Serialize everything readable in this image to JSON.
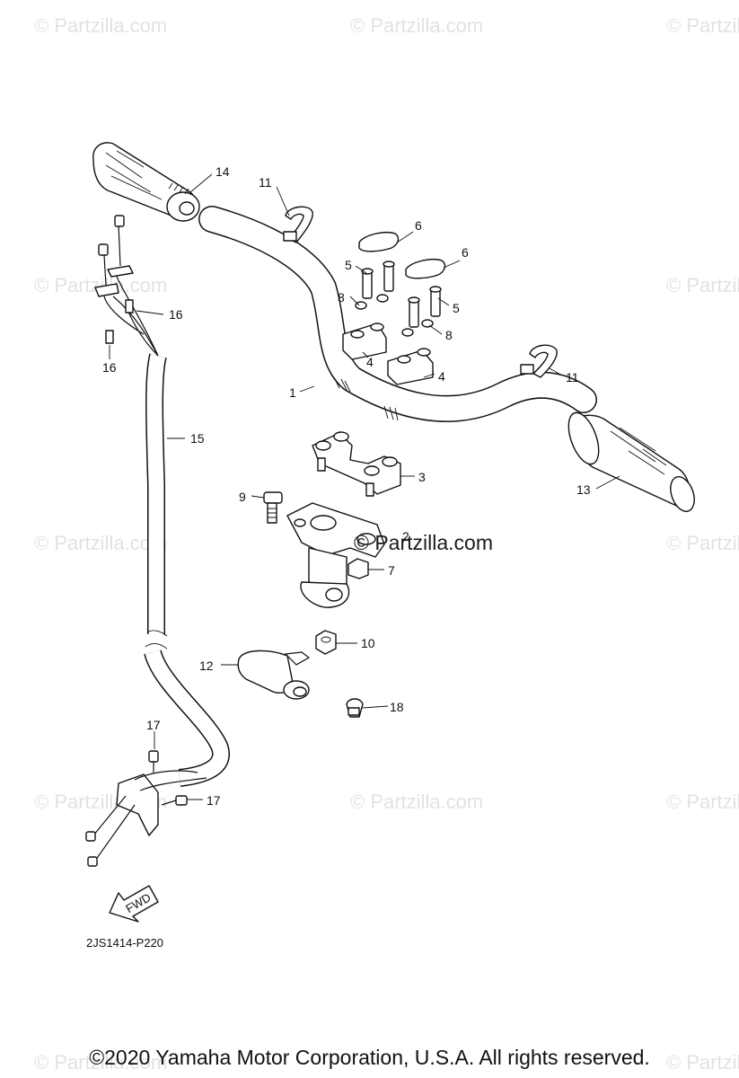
{
  "watermark": {
    "text": "© Partzilla.com",
    "center_text": "© Partzilla.com"
  },
  "diagram_code": "2JS1414-P220",
  "fwd_label": "FWD",
  "callouts": {
    "c1": "1",
    "c2": "2",
    "c3": "3",
    "c4a": "4",
    "c4b": "4",
    "c5a": "5",
    "c5b": "5",
    "c6a": "6",
    "c6b": "6",
    "c7": "7",
    "c8a": "8",
    "c8b": "8",
    "c9": "9",
    "c10": "10",
    "c11a": "11",
    "c11b": "11",
    "c12": "12",
    "c13": "13",
    "c14": "14",
    "c15": "15",
    "c16a": "16",
    "c16b": "16",
    "c17a": "17",
    "c17b": "17",
    "c18": "18"
  },
  "copyright": "©2020 Yamaha Motor Corporation, U.S.A. All rights reserved."
}
